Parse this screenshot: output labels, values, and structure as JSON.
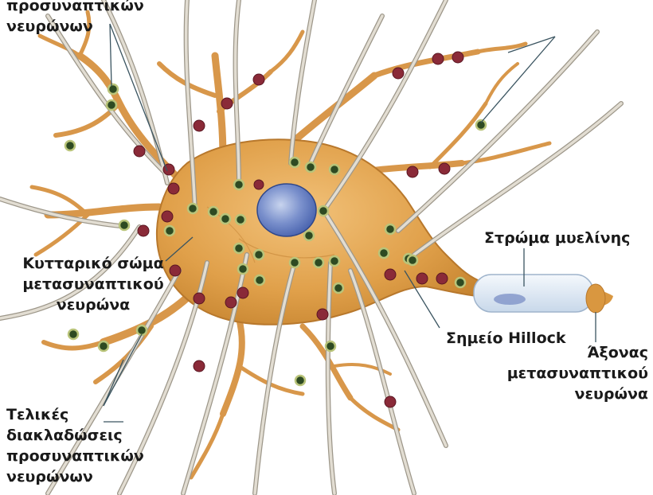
{
  "labels": {
    "presynaptic_top": [
      "προσυναπτικών",
      "νευρώνων"
    ],
    "cell_body": [
      "Κυτταρικό σώμα",
      "μετασυναπτικού",
      "νευρώνα"
    ],
    "presynaptic_bottom": [
      "Τελικές",
      "διακλαδώσεις",
      "προσυναπτικών",
      "νευρώνων"
    ],
    "myelin": "Στρώμα μυελίνης",
    "hillock": "Σημείο Hillock",
    "axon": [
      "Άξονας",
      "μετασυναπτικού",
      "νευρώνα"
    ]
  },
  "colors": {
    "cell_body": "#e0a04a",
    "cell_edge": "#b8782c",
    "nucleus": "#5a78c0",
    "terminal_fiber": "#d7d2c7",
    "terminal_fiber_edge": "#9d978a",
    "synapse_dark": "#8a2a38",
    "synapse_green": "#2e5a28",
    "myelin": "#dde9f4",
    "leader_line": "#3a5460"
  }
}
